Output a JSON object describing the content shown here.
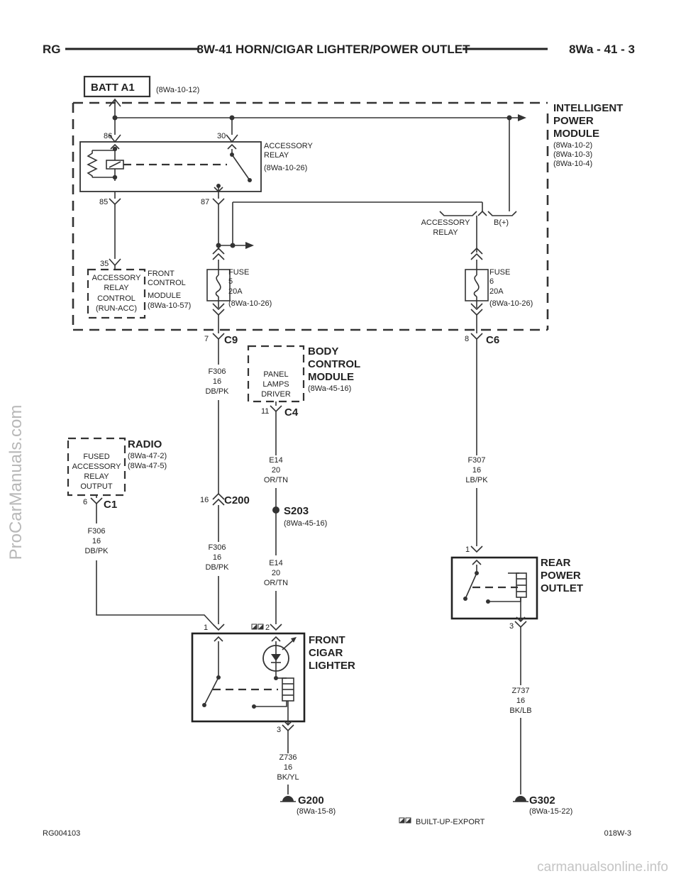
{
  "header": {
    "left": "RG",
    "title": "8W-41 HORN/CIGAR LIGHTER/POWER OUTLET",
    "right": "8Wa - 41 - 3"
  },
  "batt": {
    "label": "BATT A1",
    "ref": "(8Wa-10-12)"
  },
  "ipm": {
    "title_lines": [
      "INTELLIGENT",
      "POWER",
      "MODULE"
    ],
    "refs": [
      "(8Wa-10-2)",
      "(8Wa-10-3)",
      "(8Wa-10-4)"
    ]
  },
  "acc_relay": {
    "pin86": "86",
    "pin30": "30",
    "pin85": "85",
    "pin87": "87",
    "lines": [
      "ACCESSORY",
      "RELAY",
      "(8Wa-10-26)"
    ]
  },
  "acc_relay_conn": {
    "lines": [
      "ACCESSORY",
      "RELAY"
    ],
    "bplus": "B(+)"
  },
  "fcm": {
    "pin": "35",
    "box_lines": [
      "ACCESSORY",
      "RELAY",
      "CONTROL",
      "(RUN-ACC)"
    ],
    "label_lines": [
      "FRONT",
      "CONTROL",
      "MODULE",
      "(8Wa-10-57)"
    ]
  },
  "fuse5": {
    "lines": [
      "FUSE",
      "5",
      "20A",
      "(8Wa-10-26)"
    ]
  },
  "fuse6": {
    "lines": [
      "FUSE",
      "6",
      "20A",
      "(8Wa-10-26)"
    ]
  },
  "c9": {
    "pin": "7",
    "name": "C9"
  },
  "c6": {
    "pin": "8",
    "name": "C6"
  },
  "bcm": {
    "box_lines": [
      "PANEL",
      "LAMPS",
      "DRIVER"
    ],
    "title_lines": [
      "BODY",
      "CONTROL",
      "MODULE"
    ],
    "ref": "(8Wa-45-16)"
  },
  "c4": {
    "pin": "11",
    "name": "C4"
  },
  "wires": {
    "f306_a": [
      "F306",
      "16",
      "DB/PK"
    ],
    "f306_b": [
      "F306",
      "16",
      "DB/PK"
    ],
    "f306_c": [
      "F306",
      "16",
      "DB/PK"
    ],
    "e14_a": [
      "E14",
      "20",
      "OR/TN"
    ],
    "e14_b": [
      "E14",
      "20",
      "OR/TN"
    ],
    "f307": [
      "F307",
      "16",
      "LB/PK"
    ],
    "z736": [
      "Z736",
      "16",
      "BK/YL"
    ],
    "z737": [
      "Z737",
      "16",
      "BK/LB"
    ]
  },
  "radio": {
    "title": "RADIO",
    "refs": [
      "(8Wa-47-2)",
      "(8Wa-47-5)"
    ],
    "box_lines": [
      "FUSED",
      "ACCESSORY",
      "RELAY",
      "OUTPUT"
    ],
    "pin": "6",
    "conn": "C1"
  },
  "c200": {
    "pin": "16",
    "name": "C200"
  },
  "s203": {
    "name": "S203",
    "ref": "(8Wa-45-16)"
  },
  "lighter": {
    "title_lines": [
      "FRONT",
      "CIGAR",
      "LIGHTER"
    ],
    "pin1": "1",
    "pin2": "2",
    "pin3": "3"
  },
  "outlet": {
    "title_lines": [
      "REAR",
      "POWER",
      "OUTLET"
    ],
    "pin1": "1",
    "pin3": "3"
  },
  "g200": {
    "name": "G200",
    "ref": "(8Wa-15-8)"
  },
  "g302": {
    "name": "G302",
    "ref": "(8Wa-15-22)"
  },
  "legend": {
    "text": "BUILT-UP-EXPORT"
  },
  "footer": {
    "left": "RG004103",
    "right": "018W-3"
  },
  "watermarks": {
    "side": "ProCarManuals.com",
    "bottom": "carmanualsonline.info"
  }
}
